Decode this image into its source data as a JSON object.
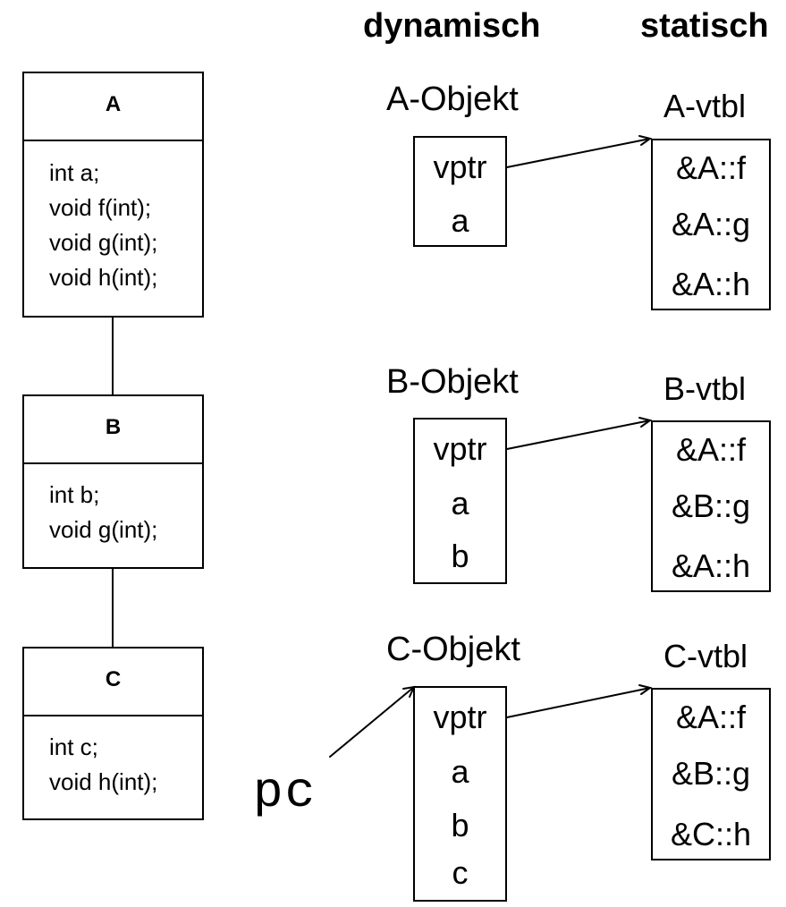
{
  "headers": {
    "dynamic": "dynamisch",
    "static": "statisch"
  },
  "classes": [
    {
      "name": "A",
      "members": [
        "int a;",
        "void f(int);",
        "void g(int);",
        "void h(int);"
      ]
    },
    {
      "name": "B",
      "members": [
        "int b;",
        "void g(int);"
      ]
    },
    {
      "name": "C",
      "members": [
        "int c;",
        "void h(int);"
      ]
    }
  ],
  "objects": [
    {
      "title": "A-Objekt",
      "fields": [
        "vptr",
        "a"
      ]
    },
    {
      "title": "B-Objekt",
      "fields": [
        "vptr",
        "a",
        "b"
      ]
    },
    {
      "title": "C-Objekt",
      "fields": [
        "vptr",
        "a",
        "b",
        "c"
      ]
    }
  ],
  "vtables": [
    {
      "title": "A-vtbl",
      "entries": [
        "&A::f",
        "&A::g",
        "&A::h"
      ]
    },
    {
      "title": "B-vtbl",
      "entries": [
        "&A::f",
        "&B::g",
        "&A::h"
      ]
    },
    {
      "title": "C-vtbl",
      "entries": [
        "&A::f",
        "&B::g",
        "&C::h"
      ]
    }
  ],
  "pointer": {
    "label": "pc"
  }
}
